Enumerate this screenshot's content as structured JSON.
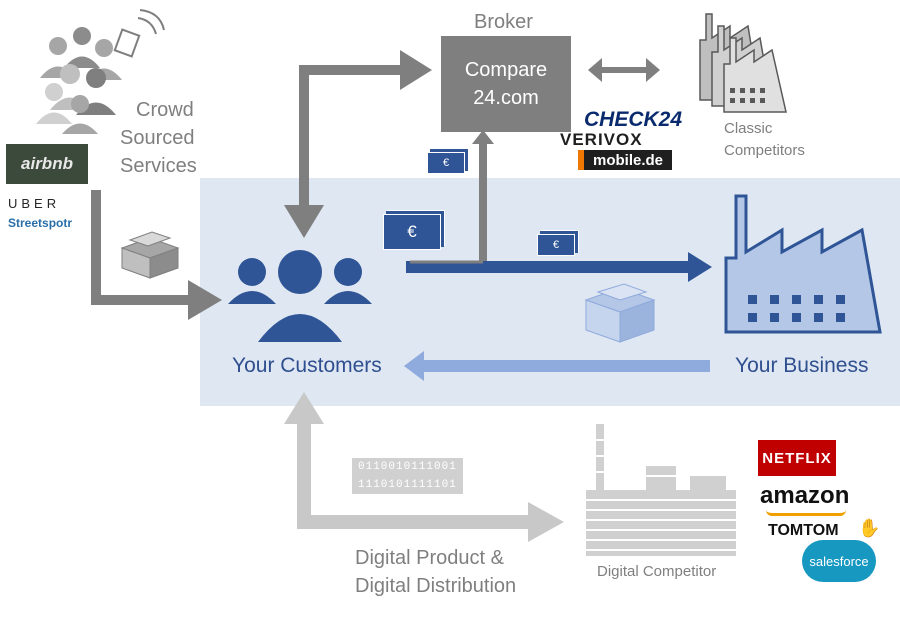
{
  "labels": {
    "broker": "Broker",
    "compare_line1": "Compare",
    "compare_line2": "24.com",
    "crowd_line1": "Crowd",
    "crowd_line2": "Sourced",
    "crowd_line3": "Services",
    "classic_line1": "Classic",
    "classic_line2": "Competitors",
    "your_customers": "Your Customers",
    "your_business": "Your Business",
    "digital_line1": "Digital Product &",
    "digital_line2": "Digital Distribution",
    "digital_competitor": "Digital Competitor",
    "euro": "€",
    "binary_line1": "0110010111001",
    "binary_line2": "1110101111101"
  },
  "logos": {
    "airbnb": "airbnb",
    "uber": "UBER",
    "streetspotr": "Streetspotr",
    "check24": "CHECK24",
    "verivox": "VERIVOX",
    "mobile": "mobile.de",
    "netflix": "NETFLIX",
    "amazon": "amazon",
    "tomtom": "TOMTOM",
    "salesforce": "salesforce"
  },
  "colors": {
    "band": "#dfe7f3",
    "blue": "#2f5597",
    "light_blue": "#8faadc",
    "dark_grey": "#7f7f7f",
    "light_grey": "#c8c8c8"
  }
}
